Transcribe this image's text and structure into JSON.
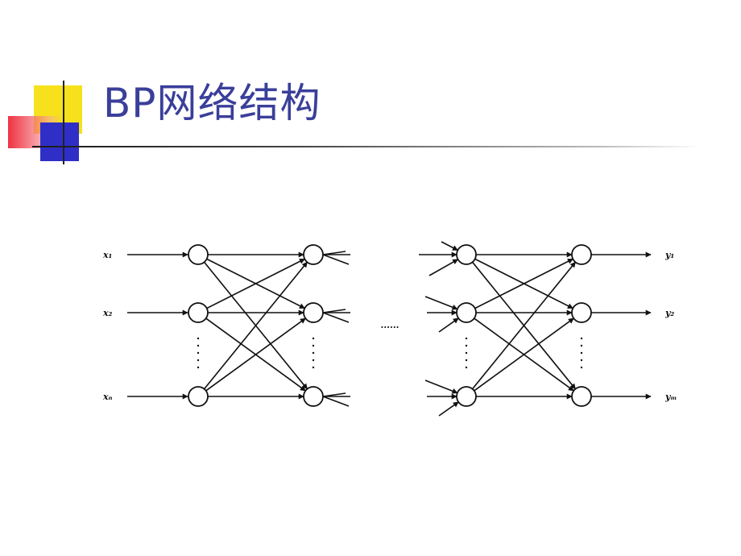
{
  "slide": {
    "title": "BP网络结构"
  },
  "diagram": {
    "input_labels": [
      "x₁",
      "x₂",
      "xₙ"
    ],
    "output_labels": [
      "y₁",
      "y₂",
      "yₘ"
    ],
    "ellipsis": "······"
  },
  "colors": {
    "title": "#3a3f9a",
    "accent_yellow": "#f7e11c",
    "accent_blue": "#2f2fc8",
    "accent_red": "#ee2837"
  }
}
